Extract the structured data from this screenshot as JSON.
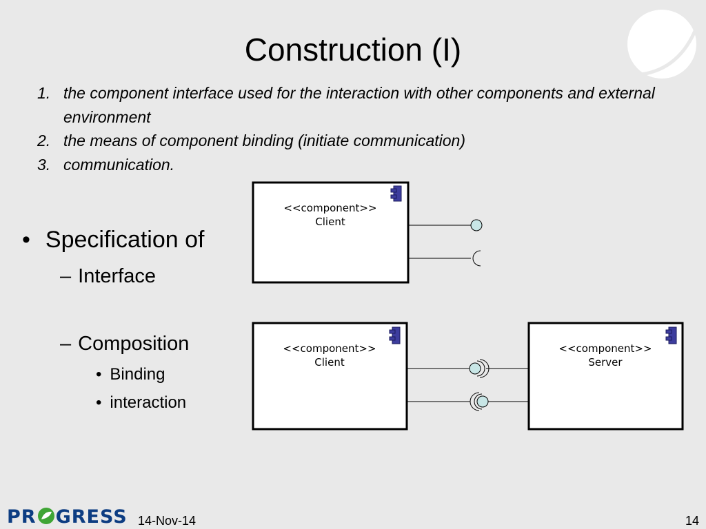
{
  "slide": {
    "title": "Construction (I)",
    "numbered_items": [
      {
        "num": "1.",
        "text": "the component interface used for the interaction with other components and external environment"
      },
      {
        "num": "2.",
        "text": "the means of component binding (initiate communication)"
      },
      {
        "num": "3.",
        "text": "communication."
      }
    ],
    "bullets": {
      "level1_mark": "•",
      "level1": "Specification of",
      "level2_mark": "–",
      "interface": "Interface",
      "composition": "Composition",
      "level3_mark": "•",
      "binding": "Binding",
      "interaction": "interaction"
    }
  },
  "diagram": {
    "top_component": {
      "stereotype": "<<component>>",
      "name": "Client"
    },
    "bottom_left_component": {
      "stereotype": "<<component>>",
      "name": "Client"
    },
    "bottom_right_component": {
      "stereotype": "<<component>>",
      "name": "Server"
    },
    "colors": {
      "interface_fill": "#c8e6e6",
      "component_icon": "#3d3d9e",
      "box_border": "#000000"
    }
  },
  "footer": {
    "logo_left": "PR",
    "logo_right": "GRESS",
    "date": "14-Nov-14",
    "page_number": "14"
  },
  "colors": {
    "background": "#e9e9e9",
    "logo_blue": "#0d3d82",
    "logo_green": "#3fa535"
  }
}
